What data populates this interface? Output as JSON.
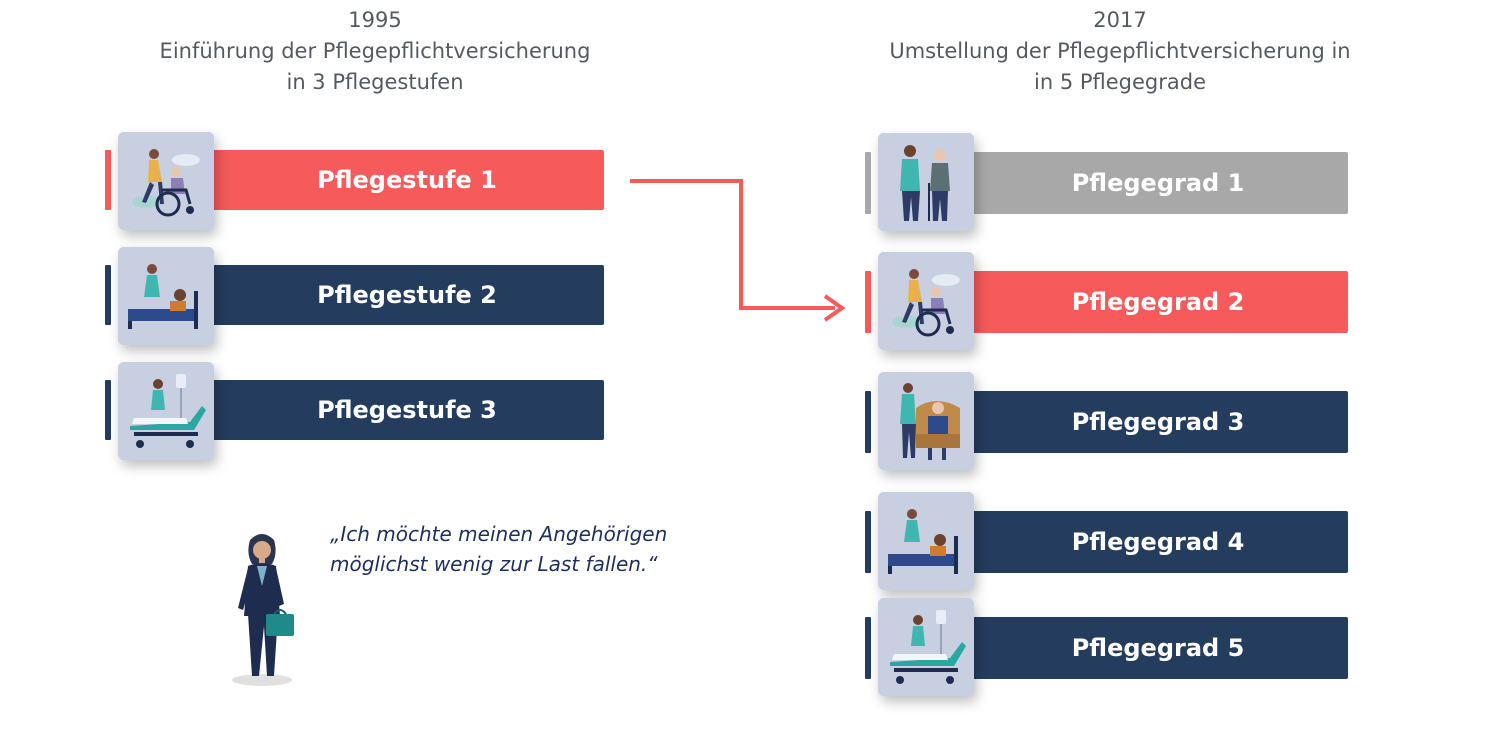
{
  "left": {
    "year": "1995",
    "title_line1": "Einführung der Pflegepflichtversicherung",
    "title_line2": "in 3 Pflegestufen",
    "items": [
      {
        "label": "Pflegestufe 1",
        "color": "#f65a5a",
        "icon": "wheelchair-caregiver-icon"
      },
      {
        "label": "Pflegestufe 2",
        "color": "#243c5e",
        "icon": "bedside-nurse-icon"
      },
      {
        "label": "Pflegestufe 3",
        "color": "#243c5e",
        "icon": "hospital-bed-icon"
      }
    ]
  },
  "right": {
    "year": "2017",
    "title_line1": "Umstellung der Pflegepflichtversicherung in",
    "title_line2": "in 5 Pflegegrade",
    "items": [
      {
        "label": "Pflegegrad 1",
        "color": "#a8a8a8",
        "icon": "elderly-with-cane-icon"
      },
      {
        "label": "Pflegegrad 2",
        "color": "#f65a5a",
        "icon": "wheelchair-caregiver-icon"
      },
      {
        "label": "Pflegegrad 3",
        "color": "#243c5e",
        "icon": "armchair-nurse-icon"
      },
      {
        "label": "Pflegegrad 4",
        "color": "#243c5e",
        "icon": "bedside-nurse-icon"
      },
      {
        "label": "Pflegegrad 5",
        "color": "#243c5e",
        "icon": "hospital-bed-icon"
      }
    ]
  },
  "quote": {
    "line1": "„Ich möchte meinen Angehörigen",
    "line2": "möglichst wenig zur Last fallen.“"
  },
  "colors": {
    "red": "#f65a5a",
    "navy": "#243c5e",
    "grey": "#a8a8a8",
    "heading": "#555a60",
    "quote": "#1f2f5c"
  }
}
